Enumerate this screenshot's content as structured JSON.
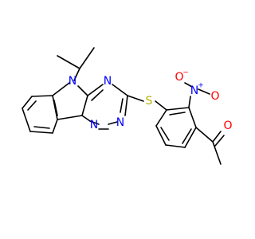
{
  "molecule": {
    "atom_labels": {
      "n_indole": "N",
      "n_ring_top": "N",
      "n_ring_bottom_left": "N",
      "n_ring_bottom_right": "N",
      "sulfur": "S",
      "nitro_n": "N",
      "nitro_o_top": "O",
      "nitro_o_right": "O",
      "ketone_o": "O"
    },
    "charges": {
      "nitro_n_charge": "+",
      "nitro_o_charge": "−"
    }
  },
  "colors": {
    "bond": "#000000",
    "nitrogen": "#0000ff",
    "oxygen": "#ff0000",
    "sulfur": "#b3b300",
    "background": "#ffffff"
  }
}
